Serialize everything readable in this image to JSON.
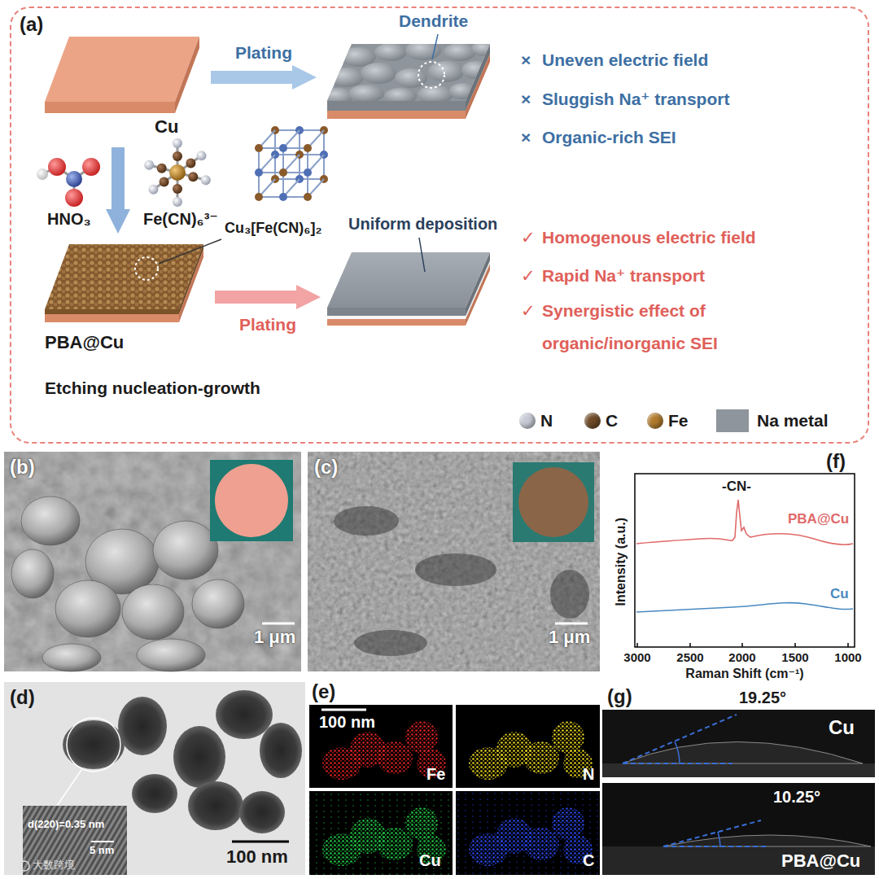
{
  "diagram": {
    "nodes": [
      {
        "text": [
          "(a)"
        ]
      },
      {
        "text": [
          "Cu"
        ],
        "in": 0
      },
      {
        "text": [
          "Dendrite"
        ],
        "in": 0
      },
      {
        "text": [
          "PBA@Cu"
        ],
        "in": 0
      },
      {
        "text": [
          "Uniform deposition"
        ],
        "in": 0
      }
    ],
    "edges": [
      {
        "from": 1,
        "to": 2,
        "arrow": "to",
        "label": "Plating"
      },
      {
        "from": 1,
        "to": 3,
        "arrow": "to"
      },
      {
        "from": 3,
        "to": 4,
        "arrow": "to",
        "label": "Plating"
      }
    ],
    "labels": [
      "×",
      "Uneven electric field",
      "×",
      "Sluggish Na⁺ transport",
      "×",
      "Organic-rich SEI",
      "HNO₃",
      "Fe(CN)₆³⁻",
      "Cu₃[Fe(CN)₆]₂",
      "✓",
      "Homogenous electric field",
      "✓",
      "Rapid Na⁺ transport",
      "✓",
      "Synergistic effect of organic/inorganic SEI",
      "Etching nucleation-growth",
      "(b)",
      "1 μm",
      "(c)",
      "1 μm",
      "(f)",
      "-CN-",
      "PBA@Cu",
      "Cu",
      "Intensity (a.u.)",
      "3000",
      "2500",
      "2000",
      "1500",
      "1000",
      "Raman Shift (cm⁻¹)",
      "(d)",
      "d(220)=0.35 nm",
      "5 nm",
      "100 nm",
      "大数跨境",
      "(e)",
      "100 nm",
      "Fe",
      "N",
      "Cu",
      "C",
      "(g)",
      "19.25°",
      "Cu",
      "10.25°",
      "PBA@Cu"
    ],
    "legend": [
      {
        "text": "N",
        "color": "#c7cad6"
      },
      {
        "text": "C",
        "color": "#6e4a26"
      },
      {
        "text": "Fe",
        "color": "#b07a2c"
      },
      {
        "text": "Na metal",
        "color": "#8e959c"
      }
    ]
  }
}
